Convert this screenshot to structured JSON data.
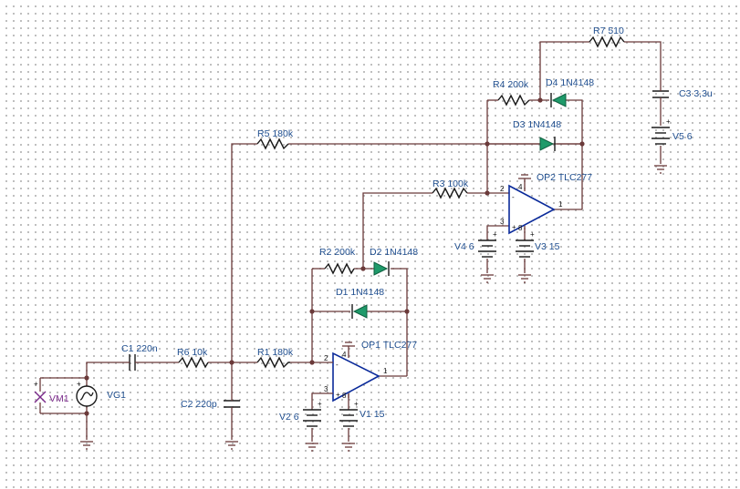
{
  "labels": {
    "R7": "R7 510",
    "C3": "C3 3,3u",
    "R4": "R4 200k",
    "D4": "D4 1N4148",
    "D3": "D3 1N4148",
    "R5": "R5 180k",
    "V5": "V5 6",
    "OP2": "OP2 TLC277",
    "R3": "R3 100k",
    "V4": "V4 6",
    "V3": "V3 15",
    "R2": "R2 200k",
    "D2": "D2 1N4148",
    "D1": "D1 1N4148",
    "C1": "C1 220n",
    "R6": "R6 10k",
    "R1": "R1 180k",
    "OP1": "OP1 TLC277",
    "C2": "C2 220p",
    "V2": "V2 6",
    "V1": "V1 15",
    "VM1": "VM1",
    "VG1": "VG1"
  },
  "pins": {
    "op1_inv": "2",
    "op1_noninv": "3",
    "op1_out": "1",
    "op1_vcc": "4",
    "op1_vee": "8",
    "op2_inv": "2",
    "op2_noninv": "3",
    "op2_out": "1",
    "op2_vcc": "4",
    "op2_vee": "8",
    "minus": "-",
    "plus": "+"
  },
  "colors": {
    "wire": "#6b3a3a",
    "label": "#1f4e8f",
    "opamp_outline": "#0a2a9a",
    "diode_fill": "#1f9a6a",
    "meter_label": "#7a2a8a"
  }
}
